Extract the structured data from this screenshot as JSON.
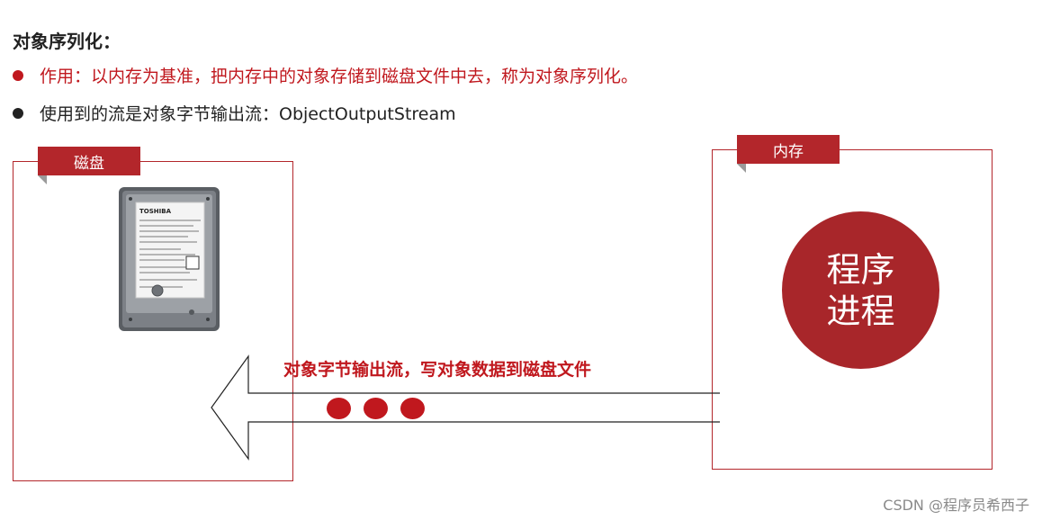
{
  "heading": "对象序列化：",
  "bullets": [
    {
      "text": "作用：以内存为基准，把内存中的对象存储到磁盘文件中去，称为对象序列化。"
    },
    {
      "text": "使用到的流是对象字节输出流：ObjectOutputStream"
    }
  ],
  "disk_panel": {
    "label": "磁盘"
  },
  "memory_panel": {
    "label": "内存"
  },
  "process": {
    "line1": "程序",
    "line2": "进程"
  },
  "arrow": {
    "label": "对象字节输出流，写对象数据到磁盘文件"
  },
  "hdd_label_text": "TOSHIBA",
  "watermark": "CSDN @程序员希西子",
  "colors": {
    "accent_red": "#b3262b",
    "text_red": "#c0181e",
    "text_dark": "#222222"
  }
}
